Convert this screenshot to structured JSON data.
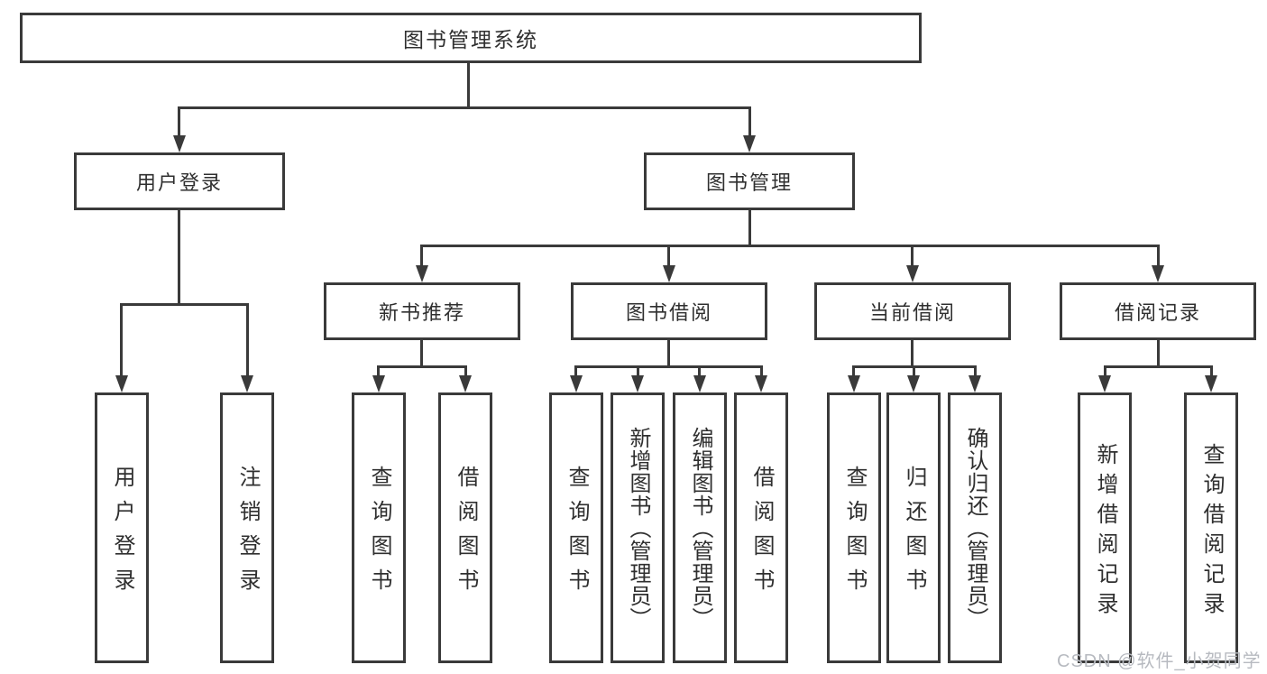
{
  "diagram": {
    "type": "tree-flowchart",
    "root": {
      "label": "图书管理系统"
    },
    "level2": [
      {
        "label": "用户登录"
      },
      {
        "label": "图书管理"
      }
    ],
    "level3": [
      {
        "label": "新书推荐"
      },
      {
        "label": "图书借阅"
      },
      {
        "label": "当前借阅"
      },
      {
        "label": "借阅记录"
      }
    ],
    "leaves": [
      {
        "label": "用户登录",
        "parent": "用户登录"
      },
      {
        "label": "注销登录",
        "parent": "用户登录"
      },
      {
        "label": "查询图书",
        "parent": "新书推荐"
      },
      {
        "label": "借阅图书",
        "parent": "新书推荐"
      },
      {
        "label": "查询图书",
        "parent": "图书借阅"
      },
      {
        "label": "新增图书（管理员）",
        "parent": "图书借阅"
      },
      {
        "label": "编辑图书（管理员）",
        "parent": "图书借阅"
      },
      {
        "label": "借阅图书",
        "parent": "图书借阅"
      },
      {
        "label": "查询图书",
        "parent": "当前借阅"
      },
      {
        "label": "归还图书",
        "parent": "当前借阅"
      },
      {
        "label": "确认归还（管理员）",
        "parent": "当前借阅"
      },
      {
        "label": "新增借阅记录",
        "parent": "借阅记录"
      },
      {
        "label": "查询借阅记录",
        "parent": "借阅记录"
      }
    ],
    "colors": {
      "line": "#3a3a3a",
      "box_border": "#3a3a3a",
      "box_fill": "#ffffff",
      "text": "#2f2f2f"
    }
  },
  "watermark": {
    "text": "CSDN @软件_小贺同学",
    "color": "#b7bac0"
  }
}
